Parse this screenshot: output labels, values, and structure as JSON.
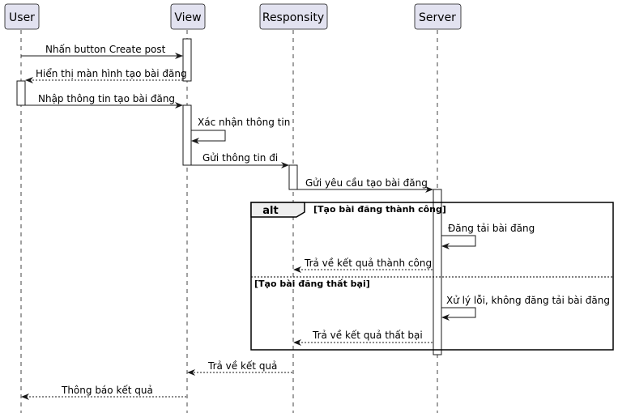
{
  "participants": [
    {
      "id": "user",
      "label": "User"
    },
    {
      "id": "view",
      "label": "View"
    },
    {
      "id": "responsity",
      "label": "Responsity"
    },
    {
      "id": "server",
      "label": "Server"
    }
  ],
  "messages": [
    {
      "id": "m1",
      "label": "Nhấn button Create post",
      "from": "user",
      "to": "view",
      "style": "solid"
    },
    {
      "id": "m2",
      "label": "Hiển thị màn hình tạo bài đăng",
      "from": "view",
      "to": "user",
      "style": "dashed"
    },
    {
      "id": "m3",
      "label": "Nhập thông tin tạo bài đăng",
      "from": "user",
      "to": "view",
      "style": "solid"
    },
    {
      "id": "m4",
      "label": "Xác nhận thông tin",
      "from": "view",
      "to": "view",
      "style": "self"
    },
    {
      "id": "m5",
      "label": "Gửi thông tin đi",
      "from": "view",
      "to": "responsity",
      "style": "solid"
    },
    {
      "id": "m6",
      "label": "Gửi yêu cầu tạo bài đăng",
      "from": "responsity",
      "to": "server",
      "style": "solid"
    },
    {
      "id": "m7",
      "label": "Đăng tải bài đăng",
      "from": "server",
      "to": "server",
      "style": "self"
    },
    {
      "id": "m8",
      "label": "Trả về kết quả thành công",
      "from": "server",
      "to": "responsity",
      "style": "dashed"
    },
    {
      "id": "m9",
      "label": "Xử lý lỗi, không đăng tải bài đăng",
      "from": "server",
      "to": "server",
      "style": "self"
    },
    {
      "id": "m10",
      "label": "Trả về kết quả thất bại",
      "from": "server",
      "to": "responsity",
      "style": "dashed"
    },
    {
      "id": "m11",
      "label": "Trả về kết quả",
      "from": "responsity",
      "to": "view",
      "style": "dashed"
    },
    {
      "id": "m12",
      "label": "Thông báo kết quả",
      "from": "view",
      "to": "user",
      "style": "dashed"
    }
  ],
  "alt_fragment": {
    "title": "alt",
    "guard_success": "[Tạo bài đăng thành công]",
    "guard_failure": "[Tạo bài đăng thất bại]"
  }
}
